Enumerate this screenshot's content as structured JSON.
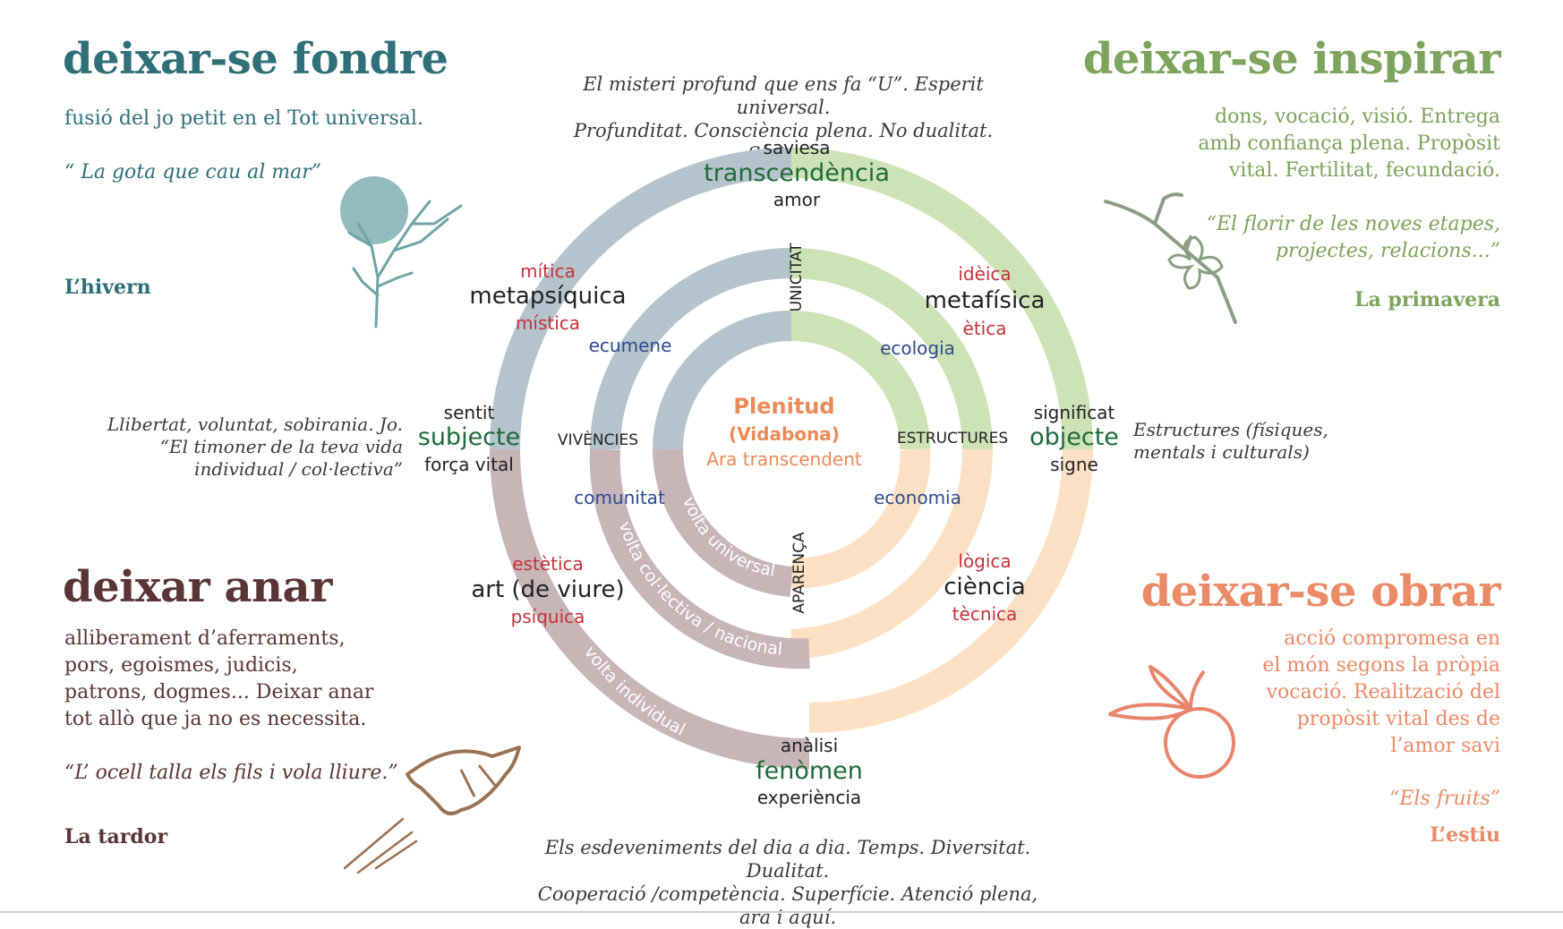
{
  "corners": {
    "top_left": {
      "title": "deixar-se fondre",
      "text": "fusió del jo petit en el Tot universal.",
      "quote": "“ La gota que cau al mar”",
      "season": "L’hivern"
    },
    "top_right": {
      "title": "deixar-se inspirar",
      "text_lines": [
        "dons, vocació, visió. Entrega",
        "amb confiança plena. Propòsit",
        "vital. Fertilitat, fecundació."
      ],
      "quote_lines": [
        "“El florir de les noves etapes,",
        "projectes, relacions...”"
      ],
      "season": "La primavera"
    },
    "bottom_left": {
      "title": "deixar anar",
      "text_lines": [
        "alliberament d’aferraments,",
        "pors, egoismes, judicis,",
        "patrons, dogmes... Deixar anar",
        "tot allò que ja no es necessita."
      ],
      "quote": "“L’ ocell talla els fils i vola lliure.”",
      "season": "La tardor"
    },
    "bottom_right": {
      "title": "deixar-se obrar",
      "text_lines": [
        "acció compromesa en",
        "el món segons la pròpia",
        "vocació. Realització del",
        "propòsit vital des de",
        "l’amor savi"
      ],
      "quote": "“Els fruits”",
      "season": "L’estiu"
    }
  },
  "captions": {
    "top": [
      "El misteri profund que ens fa “U”. Esperit universal.",
      "Profunditat.  Consciència plena. No dualitat. Síntesi."
    ],
    "bottom": [
      "Els esdeveniments del dia a dia. Temps. Diversitat. Dualitat.",
      "Cooperació /competència. Superfície. Atenció plena, ara i aquí."
    ],
    "left": [
      "Llibertat, voluntat, sobirania. Jo.",
      "“El timoner de la teva vida",
      "individual / col·lectiva”"
    ],
    "right": [
      "Estructures (físiques,",
      "mentals i culturals)"
    ]
  },
  "diagram": {
    "center": {
      "title": "Plenitud",
      "subtitle": "(Vidabona)",
      "line": "Ara transcendent"
    },
    "axes": {
      "top": "UNICITAT",
      "bottom": "APARENÇA",
      "left": "VIVÈNCIES",
      "right": "ESTRUCTURES"
    },
    "poles": {
      "top": {
        "above": "saviesa",
        "main": "transcendència",
        "below": "amor"
      },
      "bottom": {
        "above": "anàlisi",
        "main": "fenòmen",
        "below": "experiència"
      },
      "left": {
        "above": "sentit",
        "main": "subjecte",
        "below": "força vital"
      },
      "right": {
        "above": "significat",
        "main": "objecte",
        "below": "signe"
      }
    },
    "quadrants": {
      "top_left": {
        "upper": "mítica",
        "main": "metapsíquica",
        "lower": "mística",
        "inner": "ecumene"
      },
      "top_right": {
        "upper": "idèica",
        "main": "metafísica",
        "lower": "ètica",
        "inner": "ecologia"
      },
      "bottom_left": {
        "upper": "estètica",
        "main": "art (de viure)",
        "lower": "psíquica",
        "inner": "comunitat"
      },
      "bottom_right": {
        "upper": "lògica",
        "main": "ciència",
        "lower": "tècnica",
        "inner": "economia"
      }
    },
    "ring_labels": {
      "inner": "volta universal",
      "middle": "volta col·lectiva / nacional",
      "outer": "volta individual"
    },
    "colors": {
      "top_left": "#b5c4cc",
      "top_right": "#cde3b6",
      "bottom_left": "#c7b5b8",
      "bottom_right": "#fce0c3"
    }
  }
}
